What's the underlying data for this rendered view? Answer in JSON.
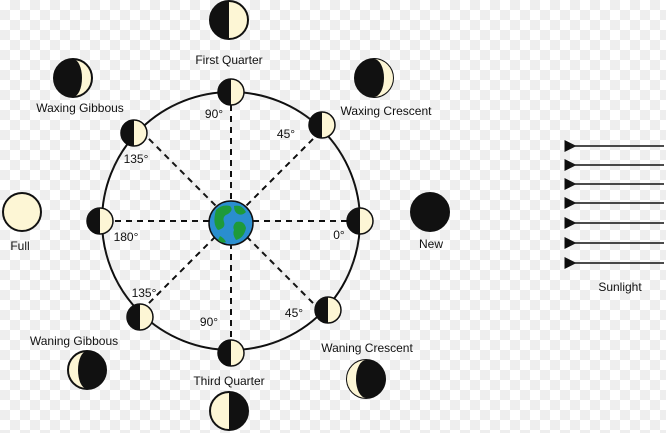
{
  "phases": {
    "first_quarter": "First Quarter",
    "waxing_crescent": "Waxing Crescent",
    "waxing_gibbous": "Waxing Gibbous",
    "full": "Full",
    "new": "New",
    "waning_gibbous": "Waning Gibbous",
    "waning_crescent": "Waning Crescent",
    "third_quarter": "Third Quarter"
  },
  "angles": {
    "deg_0": "0°",
    "deg_45_top": "45°",
    "deg_90_top": "90°",
    "deg_135_top": "135°",
    "deg_180": "180°",
    "deg_135_bottom": "135°",
    "deg_90_bottom": "90°",
    "deg_45_bottom": "45°"
  },
  "sunlight": {
    "label": "Sunlight"
  },
  "colors": {
    "moon_light": "#fdf6d5",
    "moon_dark": "#111111",
    "earth_ocean": "#2a8ecf",
    "earth_land": "#1e9a3a"
  }
}
